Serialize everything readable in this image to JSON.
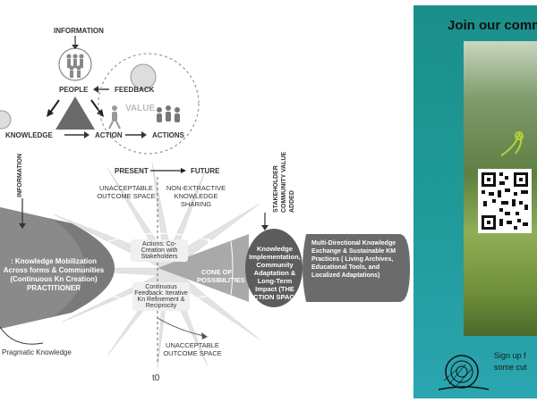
{
  "diagram": {
    "top": {
      "information": "INFORMATION",
      "people": "PEOPLE",
      "feedback": "FEEDBACK",
      "value": "VALUE",
      "knowledge": "KNOWLEDGE",
      "action": "ACTION",
      "actions": "ACTIONS"
    },
    "main": {
      "information_vertical": "INFORMATION",
      "present": "PRESENT",
      "future": "FUTURE",
      "unacceptable_top": "UNACCEPTABLE OUTCOME SPACE",
      "non_extractive": "NON-EXTRACTIVE KNOWLEDGE SHARING",
      "stakeholder_vertical": "STAKEHOLDER COMMUNITY VALUE ADDED",
      "actions_cocreation": "Actions: Co-Creation with Stakeholders",
      "left_cone_text": ": Knowledge Mobilization Across forms & Communities (Continuous Kn Creation) PRACTITIONER",
      "cone_of_possibilities": "CONE OF POSSIBILITIES",
      "implementation": "Knowledge Implementation, Community Adaptation & Long-Term Impact (THE ACTION SPACE)",
      "multi_directional": "Multi-Directional Knowledge Exchange & Sustainable KM Practices ( Living Archives, Educational Tools, and Localized Adaptations)",
      "continuous_feedback": "Continuous Feedback: Iterative Kn Refinement & Reciprocity",
      "pragmatic": "Pragmatic Knowledge",
      "unacceptable_bottom": "UNACCEPTABLE OUTCOME SPACE",
      "t0": "t0"
    }
  },
  "panel": {
    "title": "Join our comm",
    "signup_line1": "Sign up f",
    "signup_line2": "some cut"
  },
  "colors": {
    "panel_teal": "#1f9a98",
    "cone_gray": "#777777",
    "dark_gray": "#555555"
  }
}
